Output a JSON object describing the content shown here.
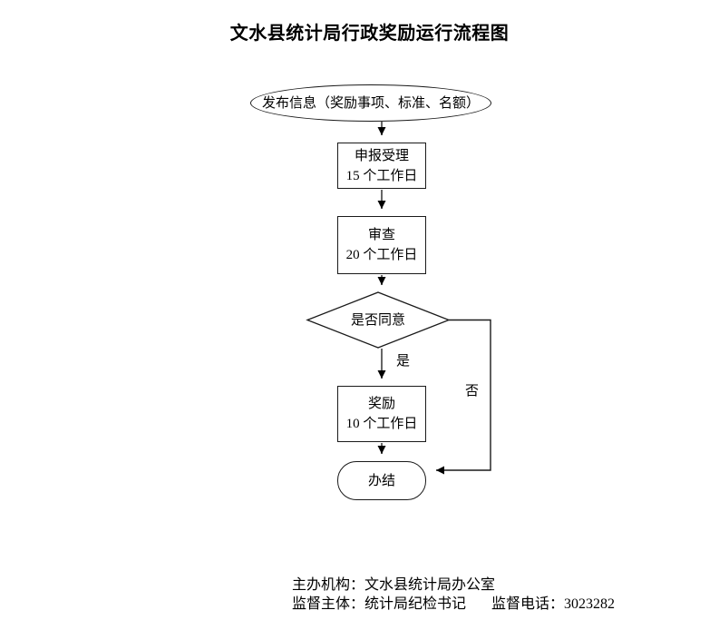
{
  "title": "文水县统计局行政奖励运行流程图",
  "flowchart": {
    "nodes": {
      "publish": {
        "label": "发布信息（奖励事项、标准、名额）"
      },
      "apply": {
        "label": "申报受理",
        "duration": "15 个工作日"
      },
      "review": {
        "label": "审查",
        "duration": "20 个工作日"
      },
      "decision": {
        "label": "是否同意"
      },
      "reward": {
        "label": "奖励",
        "duration": "10 个工作日"
      },
      "finish": {
        "label": "办结"
      }
    },
    "edge_labels": {
      "yes": "是",
      "no": "否"
    },
    "edges": [
      {
        "from": "publish",
        "to": "apply",
        "label": ""
      },
      {
        "from": "apply",
        "to": "review",
        "label": ""
      },
      {
        "from": "review",
        "to": "decision",
        "label": ""
      },
      {
        "from": "decision",
        "to": "reward",
        "label": "是"
      },
      {
        "from": "reward",
        "to": "finish",
        "label": ""
      },
      {
        "from": "decision",
        "to": "finish",
        "label": "否"
      }
    ]
  },
  "footer": {
    "organizer": "主办机构：文水县统计局办公室",
    "supervisor": "监督主体：统计局纪检书记",
    "phone": "监督电话：3023282"
  },
  "colors": {
    "background": "#ffffff",
    "shape_border": "#1a1a1a",
    "connector_shaft": "#666666",
    "arrowhead": "#000000",
    "text": "#000000"
  }
}
